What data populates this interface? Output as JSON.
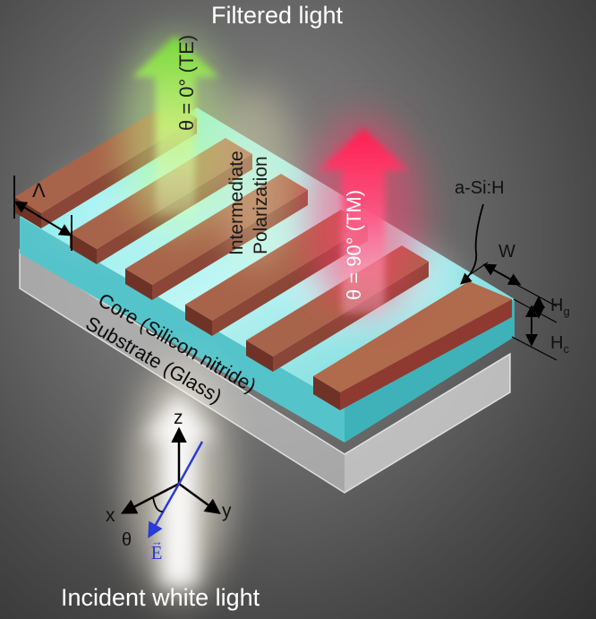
{
  "title_top": "Filtered light",
  "title_bottom": "Incident white light",
  "te_label": "θ = 0° (TE)",
  "tm_label": "θ = 90° (TM)",
  "intermediate_line1": "Intermediate",
  "intermediate_line2": "Polarization",
  "core_label": "Core (Silicon nitride)",
  "substrate_label": "Substrate (Glass)",
  "grating_material": "a-Si:H",
  "period_symbol": "Λ",
  "width_symbol": "W",
  "hg_symbol": "H",
  "hg_sub": "g",
  "hc_symbol": "H",
  "hc_sub": "c",
  "axis_z": "z",
  "axis_x": "x",
  "axis_y": "y",
  "angle_symbol": "θ",
  "field_symbol": "E",
  "field_arrow": "→",
  "colors": {
    "te_arrow": "#7be04a",
    "tm_arrow": "#ff2a5a",
    "grating": "#b46a4c",
    "core": "#5fd2d6",
    "field_vector": "#2a3ad8"
  }
}
